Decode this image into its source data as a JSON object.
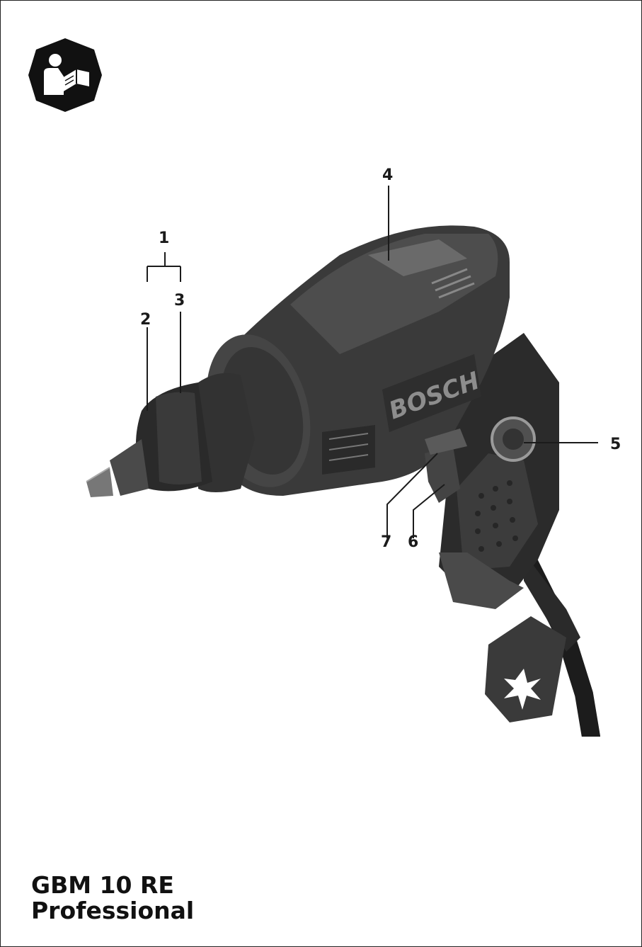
{
  "icons": {
    "manual": "read-manual-icon"
  },
  "illustration": {
    "brand_text": "BOSCH",
    "callouts": [
      "1",
      "2",
      "3",
      "4",
      "5",
      "6",
      "7"
    ]
  },
  "product": {
    "model": "GBM 10 RE",
    "line": "Professional"
  },
  "colors": {
    "body_dark": "#2f2f2f",
    "body_mid": "#555555",
    "highlight": "#9a9a9a"
  }
}
